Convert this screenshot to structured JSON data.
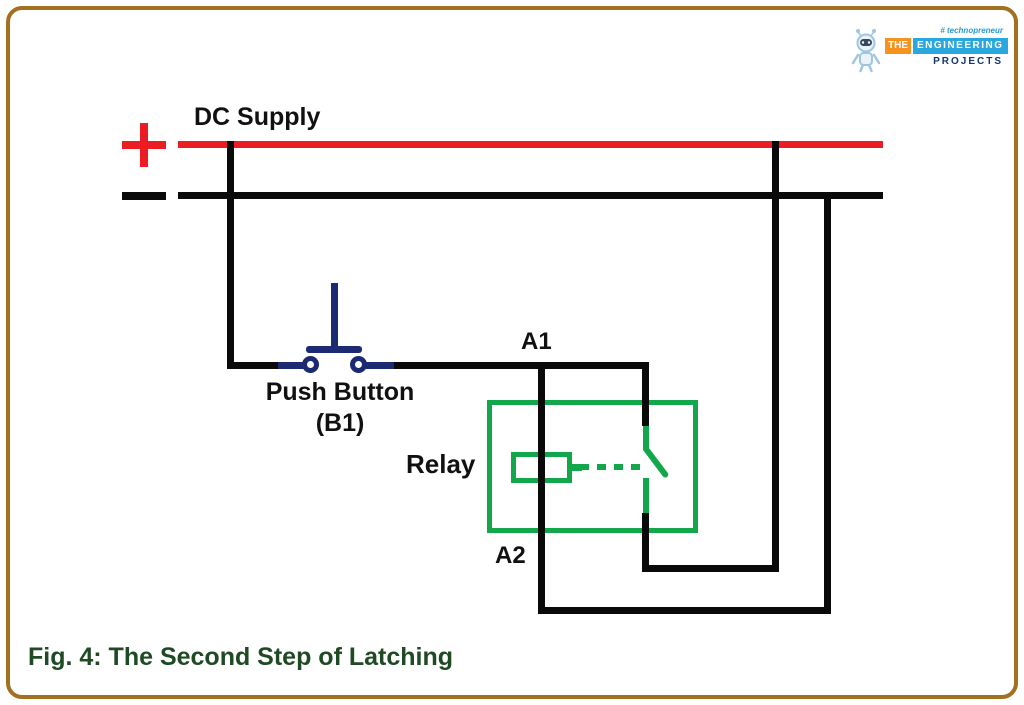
{
  "colors": {
    "border_gold": "#a2701f",
    "wire_red": "#ec1c24",
    "wire_black": "#0a0a0a",
    "button_navy": "#1b2a72",
    "relay_green": "#12a74a",
    "caption_green": "#1f4a23",
    "logo_orange": "#f6921e",
    "logo_blue": "#29a8df",
    "logo_navy": "#14366b",
    "logo_tagline_blue": "#2d9bd6"
  },
  "logo": {
    "tagline": "# technopreneur",
    "word_the": "THE",
    "word_engineering": "ENGINEERING",
    "word_projects": "PROJECTS"
  },
  "diagram": {
    "dc_supply_label": "DC Supply",
    "positive_symbol": "+",
    "negative_symbol": "−",
    "push_button_label": "Push Button",
    "push_button_ref": "(B1)",
    "terminal_a1": "A1",
    "terminal_a2": "A2",
    "relay_label": "Relay"
  },
  "caption": "Fig. 4: The Second Step of Latching"
}
